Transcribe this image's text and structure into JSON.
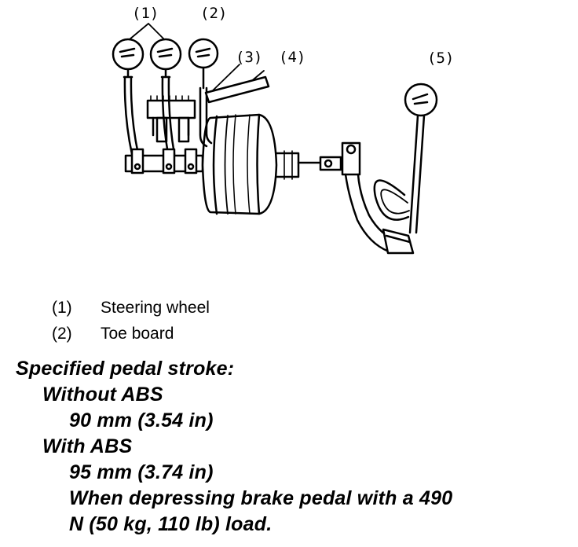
{
  "diagram": {
    "callouts": [
      "(1)",
      "(2)",
      "(3)",
      "(4)",
      "(5)"
    ]
  },
  "legend": [
    {
      "num": "(1)",
      "text": "Steering wheel"
    },
    {
      "num": "(2)",
      "text": "Toe board"
    }
  ],
  "spec": {
    "heading": "Specified pedal stroke:",
    "without_abs_label": "Without ABS",
    "without_abs_value": "90 mm (3.54 in)",
    "with_abs_label": "With ABS",
    "with_abs_value": "95 mm (3.74 in)",
    "condition_line1": "When depressing brake pedal with a 490",
    "condition_line2": "N (50 kg, 110 lb) load."
  }
}
